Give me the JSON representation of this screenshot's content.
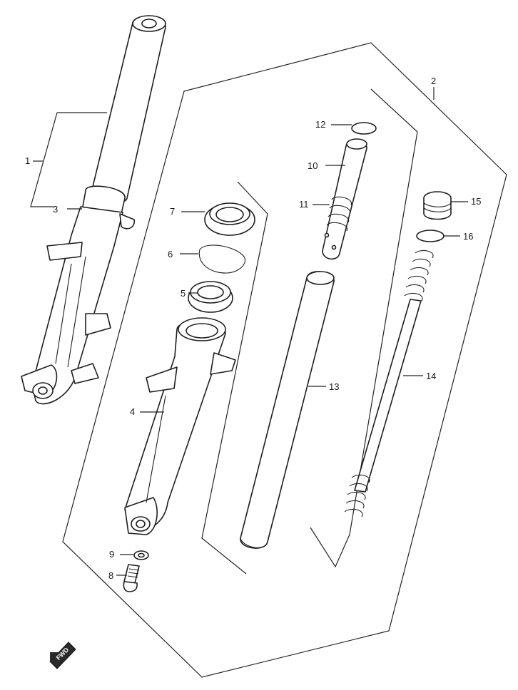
{
  "callouts": [
    {
      "id": "1",
      "text": "1"
    },
    {
      "id": "2",
      "text": "2"
    },
    {
      "id": "3",
      "text": "3"
    },
    {
      "id": "4",
      "text": "4"
    },
    {
      "id": "5",
      "text": "5"
    },
    {
      "id": "6",
      "text": "6"
    },
    {
      "id": "7",
      "text": "7"
    },
    {
      "id": "8",
      "text": "8"
    },
    {
      "id": "9",
      "text": "9"
    },
    {
      "id": "10",
      "text": "10"
    },
    {
      "id": "11",
      "text": "11"
    },
    {
      "id": "12",
      "text": "12"
    },
    {
      "id": "13",
      "text": "13"
    },
    {
      "id": "14",
      "text": "14"
    },
    {
      "id": "15",
      "text": "15"
    },
    {
      "id": "16",
      "text": "16"
    }
  ],
  "direction_badge": {
    "text": "FWD"
  }
}
